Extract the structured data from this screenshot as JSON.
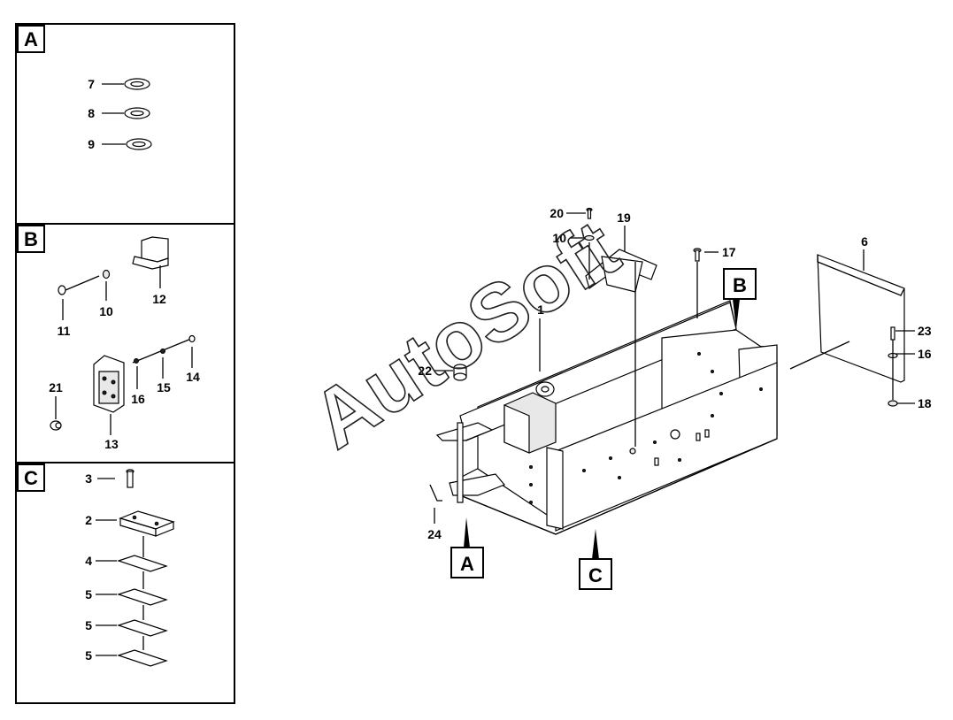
{
  "watermark": "AutoSoft",
  "panels": [
    {
      "tag": "A",
      "labels": [
        "7",
        "8",
        "9"
      ]
    },
    {
      "tag": "B",
      "labels": [
        "12",
        "10",
        "11",
        "14",
        "15",
        "16",
        "21",
        "13"
      ]
    },
    {
      "tag": "C",
      "labels": [
        "3",
        "2",
        "4",
        "5",
        "5",
        "5"
      ]
    }
  ],
  "main": {
    "callouts": [
      "20",
      "19",
      "10",
      "17",
      "6",
      "1",
      "23",
      "16",
      "22",
      "18",
      "24"
    ],
    "view_tags": [
      "B",
      "A",
      "C"
    ]
  }
}
